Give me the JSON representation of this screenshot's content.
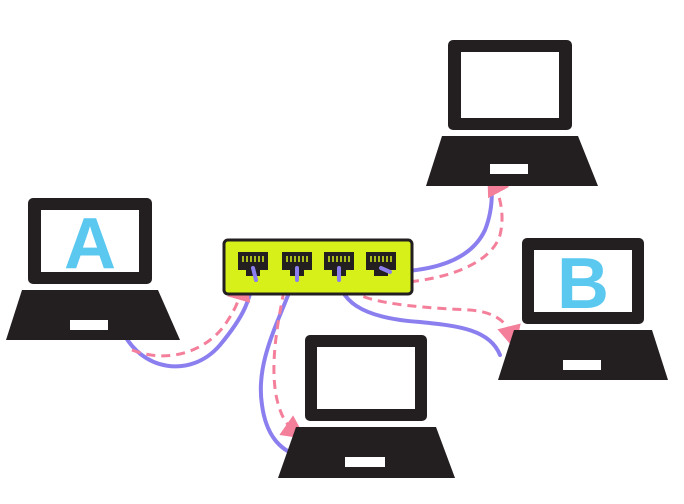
{
  "diagram": {
    "colors": {
      "laptop": "#231f20",
      "screen": "#ffffff",
      "label": "#5bc8f0",
      "switch_body": "#d7f019",
      "port": "#231f20",
      "cable": "#8b7ff0",
      "signal": "#f47f9b"
    },
    "laptops": [
      {
        "id": "laptop-a",
        "label": "A"
      },
      {
        "id": "laptop-top-right",
        "label": ""
      },
      {
        "id": "laptop-b",
        "label": "B"
      },
      {
        "id": "laptop-bottom",
        "label": ""
      }
    ],
    "switch": {
      "port_count": 4
    },
    "icons": [
      "laptop-icon",
      "network-switch-icon",
      "ethernet-port-icon",
      "cable-line",
      "arrow-icon"
    ]
  }
}
